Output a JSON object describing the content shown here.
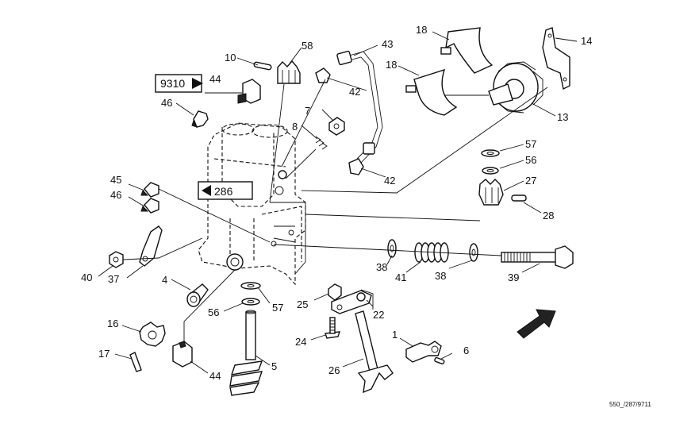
{
  "labels": {
    "l1": "1",
    "l4": "4",
    "l5": "5",
    "l6": "6",
    "l7": "7",
    "l8": "8",
    "l10": "10",
    "l13": "13",
    "l14": "14",
    "l16": "16",
    "l17": "17",
    "l18a": "18",
    "l18b": "18",
    "l22": "22",
    "l24": "24",
    "l25": "25",
    "l26": "26",
    "l27": "27",
    "l28": "28",
    "l37": "37",
    "l38a": "38",
    "l38b": "38",
    "l39": "39",
    "l40": "40",
    "l41": "41",
    "l42a": "42",
    "l42b": "42",
    "l43": "43",
    "l44a": "44",
    "l44b": "44",
    "l45": "45",
    "l46a": "46",
    "l46b": "46",
    "l56a": "56",
    "l56b": "56",
    "l57a": "57",
    "l57b": "57",
    "l58": "58"
  },
  "ref_boxes": {
    "box_9310": "9310",
    "box_286": "286"
  },
  "drawing_ref": "550_/287/9711"
}
